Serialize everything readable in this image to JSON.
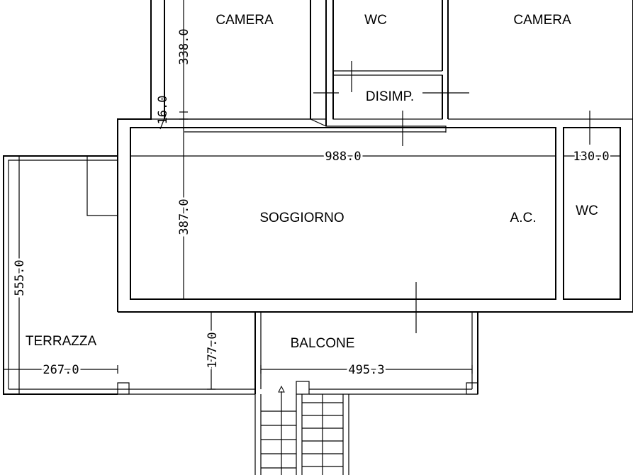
{
  "rooms": {
    "camera_left": "CAMERA",
    "wc_top": "WC",
    "camera_right": "CAMERA",
    "disimp": "DISIMP.",
    "soggiorno": "SOGGIORNO",
    "ac": "A.C.",
    "wc_right": "WC",
    "terrazza": "TERRAZZA",
    "balcone": "BALCONE"
  },
  "dimensions": {
    "d338": "338.0",
    "d16": "16.0",
    "d988": "988.0",
    "d130": "130.0",
    "d387": "387.0",
    "d555": "555.0",
    "d267": "267.0",
    "d177": "177.0",
    "d495": "495.3"
  }
}
